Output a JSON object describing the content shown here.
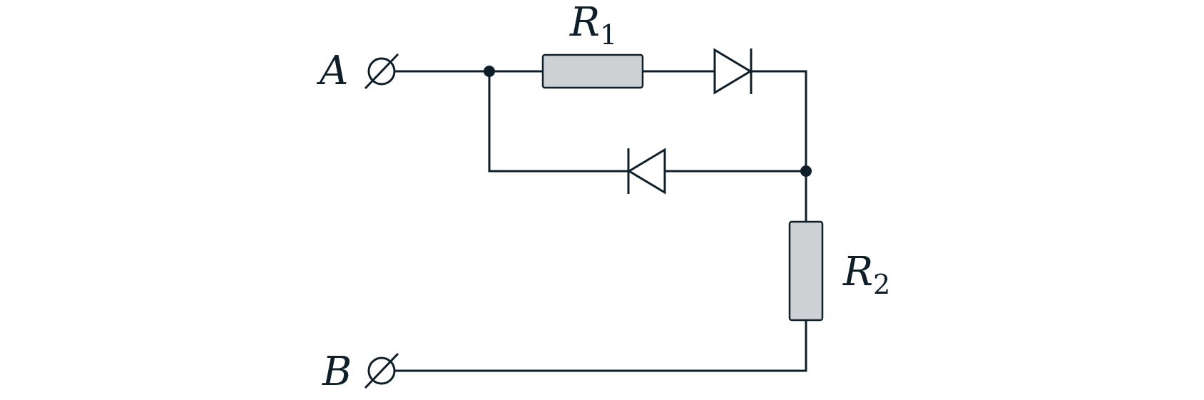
{
  "diagram": {
    "terminals": [
      {
        "label": "A"
      },
      {
        "label": "B"
      }
    ],
    "resistors": [
      {
        "symbol": "R",
        "index": "1"
      },
      {
        "symbol": "R",
        "index": "2"
      }
    ],
    "colors": {
      "line": "#0f1f2a",
      "resistor_fill": "#cdd1d4",
      "background": "#ffffff"
    }
  }
}
